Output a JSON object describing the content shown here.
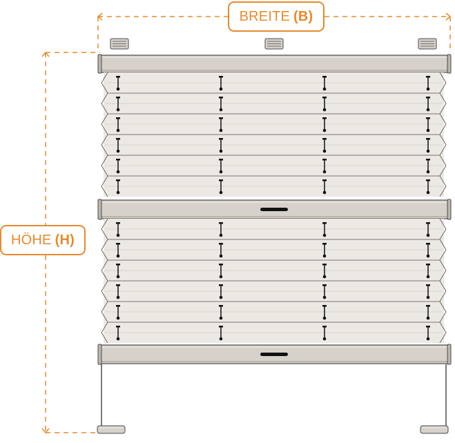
{
  "width_dimension": {
    "text": "BREITE",
    "code": "(B)"
  },
  "height_dimension": {
    "text": "HÖHE",
    "code": "(H)"
  },
  "colors": {
    "dimension_accent": "#e8892b",
    "rail_fill": "#d6d1ca",
    "fabric_fill": "#ece8e3",
    "outline": "#4a4a4a",
    "cord": "#111111"
  },
  "blind": {
    "upper_fabric_pleat_count": 6,
    "lower_fabric_pleat_count": 6,
    "cord_columns": 4,
    "mounting_brackets": 3,
    "tension_anchors": 2
  }
}
